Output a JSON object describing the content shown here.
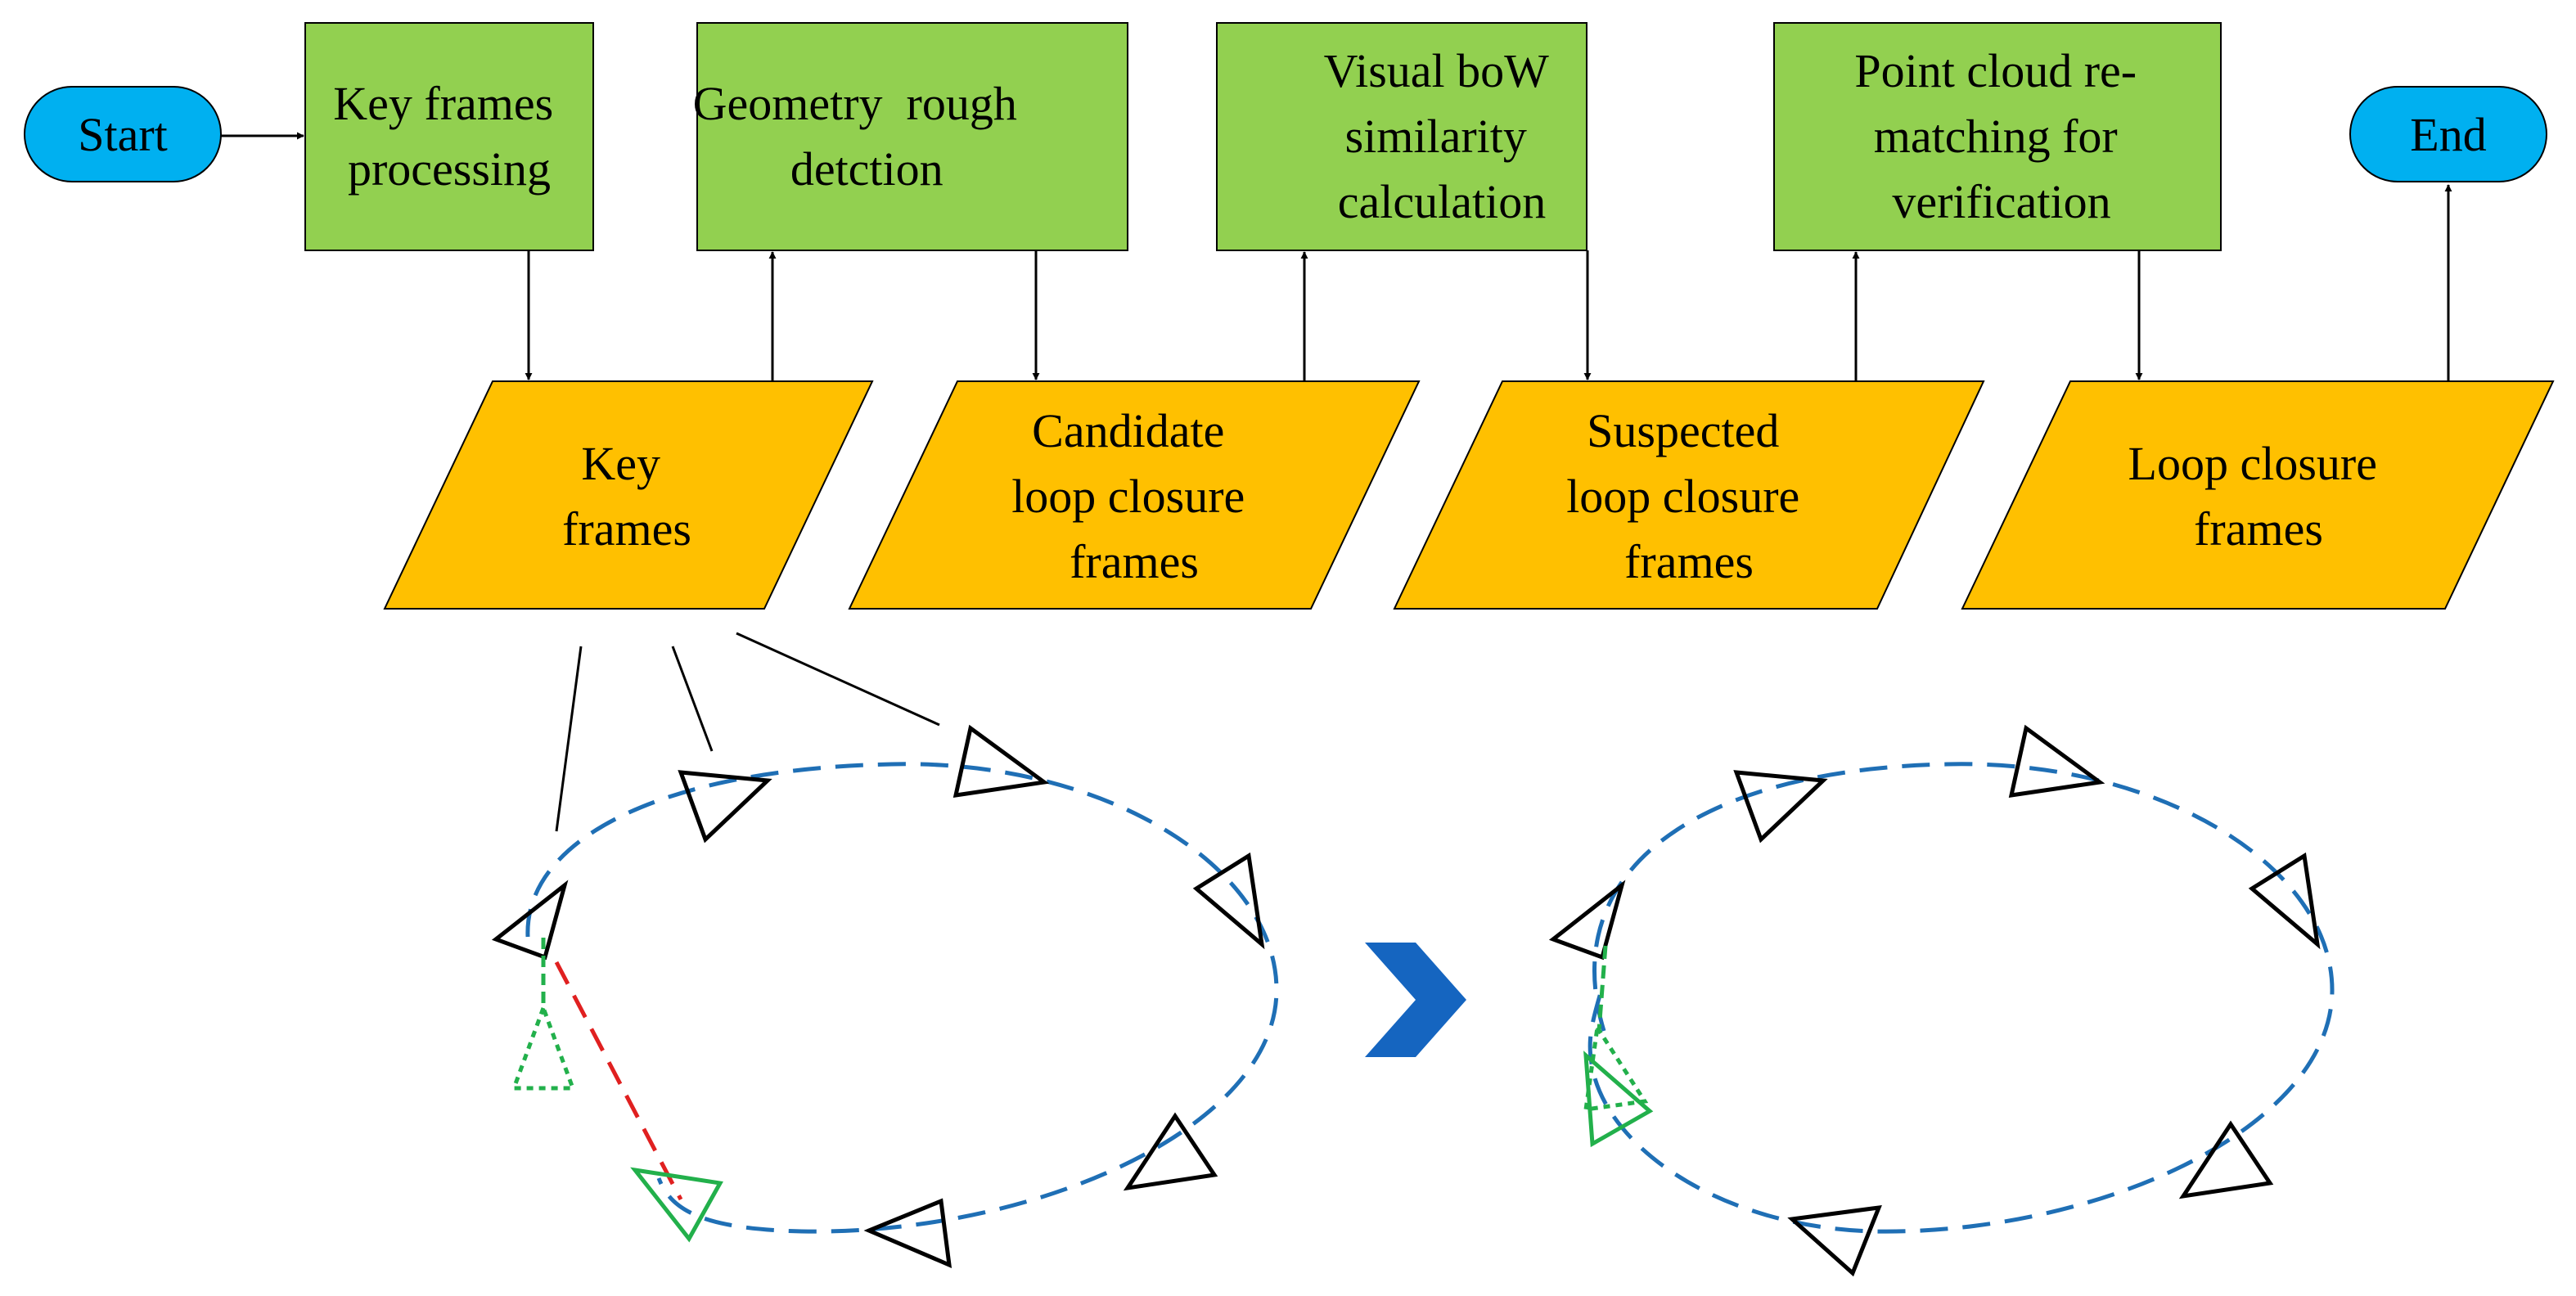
{
  "colors": {
    "terminal_fill": "#00B0F0",
    "process_fill": "#92D050",
    "data_fill": "#FFC000",
    "trajectory": "#1F6FB5",
    "loop_error": "#E02020",
    "corrected_pose": "#22B04B",
    "chevron": "#1565C0",
    "stroke": "#000000"
  },
  "flow": {
    "start": "Start",
    "end": "End",
    "process_1": [
      "Key frames",
      "processing"
    ],
    "process_2": [
      "Geometry  rough",
      "detction"
    ],
    "process_3": [
      "Visual boW",
      "similarity",
      "calculation"
    ],
    "process_4": [
      "Point cloud re-",
      "matching for",
      "verification"
    ],
    "data_1": [
      "Key",
      "frames"
    ],
    "data_2": [
      "Candidate",
      "loop closure",
      "frames"
    ],
    "data_3": [
      "Suspected",
      "loop closure",
      "frames"
    ],
    "data_4": [
      "Loop closure",
      "frames"
    ]
  },
  "illustration": {
    "left_panel": "trajectory-before-loop-closure",
    "right_panel": "trajectory-after-loop-closure",
    "transition_icon": "chevron-right-icon"
  }
}
